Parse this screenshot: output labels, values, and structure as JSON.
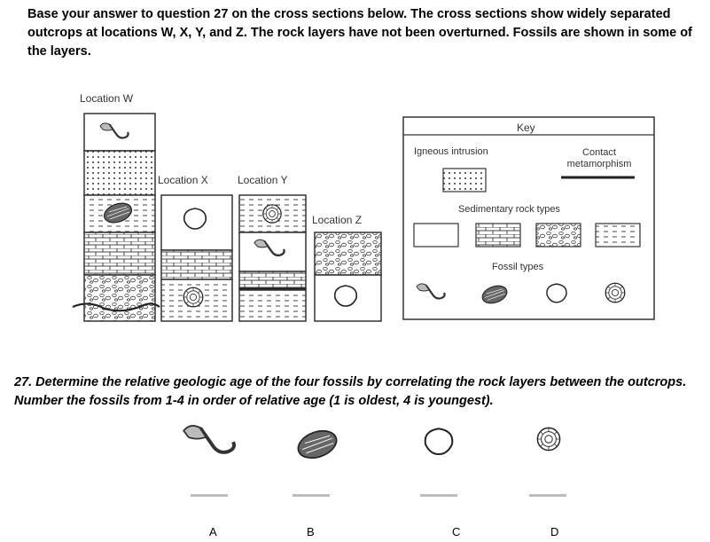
{
  "intro": "Base your answer to question 27 on the cross sections below. The cross sections show widely separated outcrops at locations W, X, Y, and Z. The rock layers have not been overturned. Fossils are shown in some of the layers.",
  "locations": {
    "w": "Location W",
    "x": "Location X",
    "y": "Location Y",
    "z": "Location Z"
  },
  "key": {
    "title": "Key",
    "igneous": "Igneous intrusion",
    "contact": "Contact metamorphism",
    "sedimentary": "Sedimentary rock types",
    "fossils": "Fossil types"
  },
  "question": "27. Determine the relative geologic age of the four fossils by correlating the rock layers between the outcrops. Number the fossils from 1-4 in order of relative age (1 is oldest, 4 is youngest).",
  "answers": [
    "A",
    "B",
    "C",
    "D"
  ]
}
